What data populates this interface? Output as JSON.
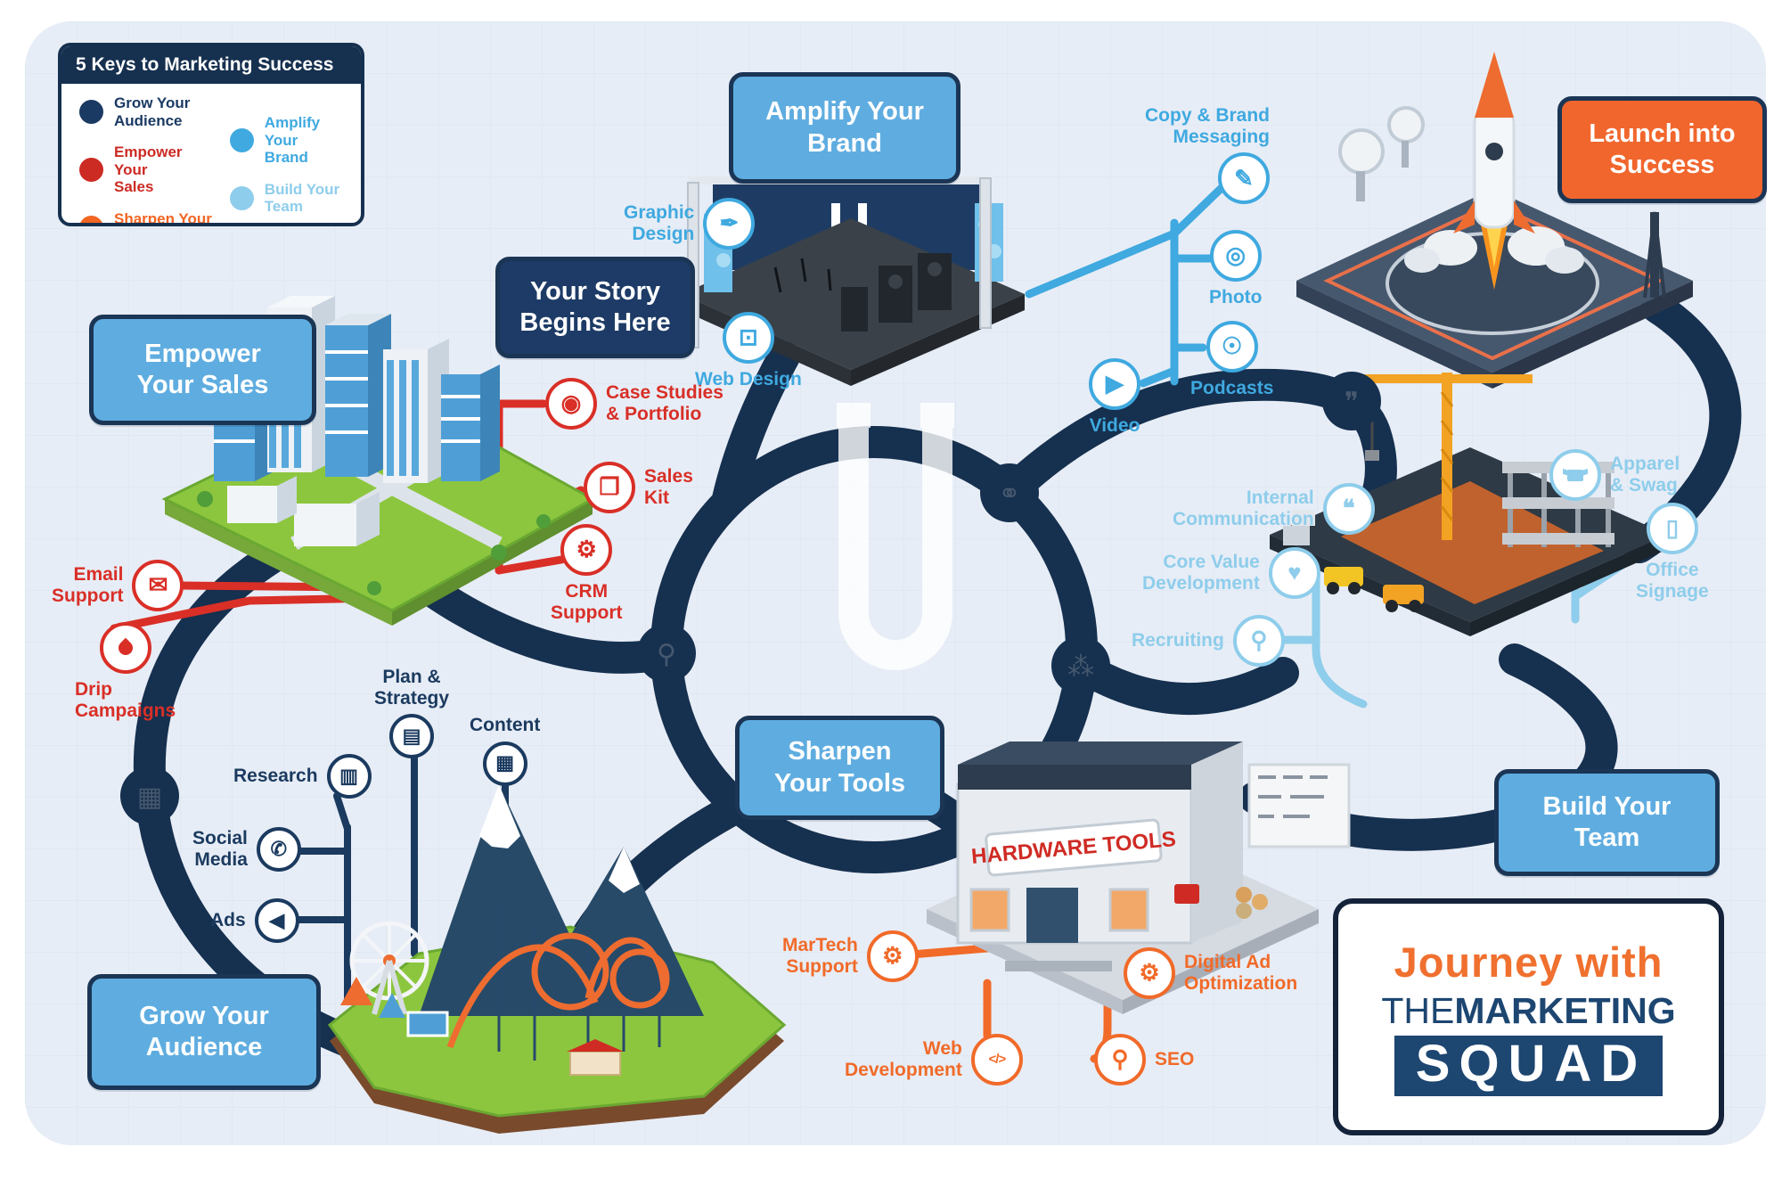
{
  "palette": {
    "board_bg": "#e7edf6",
    "road_navy": "#16304f",
    "box_blue": "#5fade0",
    "box_navy": "#1d3b66",
    "box_orange": "#f1662d",
    "sales_red": "#d92f27",
    "brand_blue": "#3fa9e0",
    "team_lightblue": "#8ecdeb",
    "tools_orange": "#f16a29",
    "audience_navy": "#1b3a5f",
    "dot_navy": "#1b3a63",
    "dot_red": "#cc2b24",
    "dot_orange": "#f26522",
    "dot_blue": "#3fa9e0",
    "dot_lightblue": "#8ecdeb"
  },
  "legend": {
    "title": "5 Keys to Marketing Success",
    "items": [
      {
        "label": "Grow Your\nAudience",
        "color": "#1b3a63"
      },
      {
        "label": "Empower Your\nSales",
        "color": "#cc2b24"
      },
      {
        "label": "Sharpen Your\nTools",
        "color": "#f26522"
      },
      {
        "label": "Amplify Your\nBrand",
        "color": "#3fa9e0"
      },
      {
        "label": "Build Your\nTeam",
        "color": "#8ecdeb"
      }
    ]
  },
  "boxes": {
    "empower": {
      "label": "Empower\nYour Sales",
      "color": "#5fade0"
    },
    "story": {
      "label": "Your Story\nBegins Here",
      "color": "#1d3b66"
    },
    "amplify": {
      "label": "Amplify Your\nBrand",
      "color": "#5fade0"
    },
    "launch": {
      "label": "Launch into\nSuccess",
      "color": "#f1662d"
    },
    "sharpen": {
      "label": "Sharpen\nYour Tools",
      "color": "#5fade0"
    },
    "build": {
      "label": "Build Your\nTeam",
      "color": "#5fade0"
    },
    "grow": {
      "label": "Grow Your\nAudience",
      "color": "#5fade0"
    }
  },
  "icons": {
    "envelope": "✉",
    "eye": "◉",
    "documents": "❐",
    "gear": "⚙",
    "pen_tool": "✒",
    "monitor": "⊡",
    "edit": "✎",
    "camera": "◎",
    "podcast": "☉",
    "video": "▶",
    "speech": "❝",
    "heart": "♥",
    "magnifier": "⚲",
    "signage": "▯",
    "clipboard": "▤",
    "grid": "▦",
    "doc_search": "▥",
    "phone": "✆",
    "megaphone": "◀",
    "code": "</>",
    "share": "⁂",
    "handshake": "⚭",
    "calendar": "▦",
    "chat": "❞"
  },
  "services": {
    "sales": {
      "key": "Empower Your Sales",
      "items": [
        {
          "label": "Email\nSupport"
        },
        {
          "label": "Drip\nCampaigns"
        },
        {
          "label": "Case Studies\n& Portfolio"
        },
        {
          "label": "Sales\nKit"
        },
        {
          "label": "CRM\nSupport"
        }
      ]
    },
    "brand": {
      "key": "Amplify Your Brand",
      "items": [
        {
          "label": "Graphic\nDesign"
        },
        {
          "label": "Web Design"
        },
        {
          "label": "Copy & Brand\nMessaging"
        },
        {
          "label": "Photo"
        },
        {
          "label": "Podcasts"
        },
        {
          "label": "Video"
        }
      ]
    },
    "team": {
      "key": "Build Your Team",
      "items": [
        {
          "label": "Internal\nCommunication"
        },
        {
          "label": "Core Value\nDevelopment"
        },
        {
          "label": "Recruiting"
        },
        {
          "label": "Apparel\n& Swag"
        },
        {
          "label": "Office\nSignage"
        }
      ]
    },
    "tools": {
      "key": "Sharpen Your Tools",
      "items": [
        {
          "label": "MarTech\nSupport"
        },
        {
          "label": "Web\nDevelopment"
        },
        {
          "label": "Digital Ad\nOptimization"
        },
        {
          "label": "SEO"
        }
      ]
    },
    "audience": {
      "key": "Grow Your Audience",
      "items": [
        {
          "label": "Plan &\nStrategy"
        },
        {
          "label": "Content"
        },
        {
          "label": "Research"
        },
        {
          "label": "Social\nMedia"
        },
        {
          "label": "Ads"
        }
      ]
    }
  },
  "scenes": {
    "store_sign": "HARDWARE TOOLS"
  },
  "logo": {
    "journey": "Journey with",
    "the": "THE",
    "marketing": "MARKETING",
    "squad": "SQUAD"
  }
}
